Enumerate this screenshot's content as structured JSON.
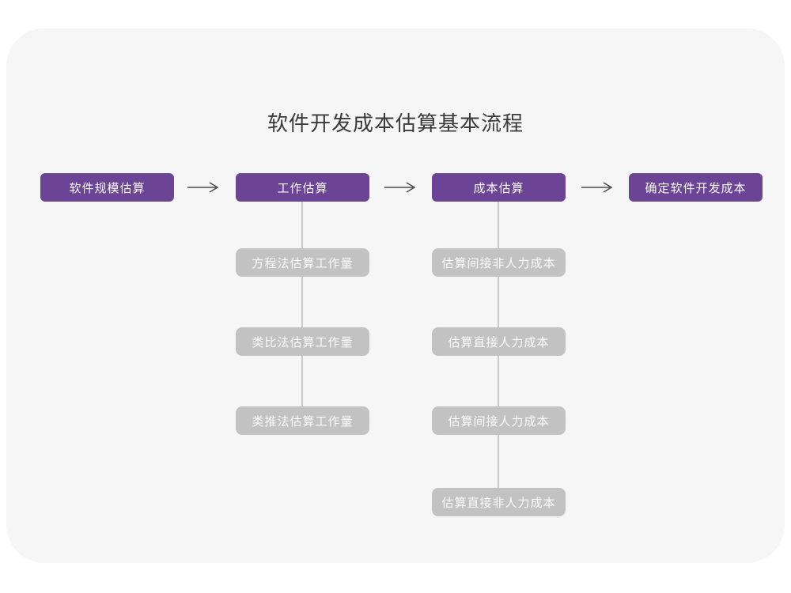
{
  "page": {
    "title": "软件开发成本估算基本流程"
  },
  "colors": {
    "card_bg": "#f6f6f6",
    "purple": "#6b4496",
    "gray_box": "#c2c2c2",
    "box_text": "#fafafa",
    "connector": "#c9c9c9",
    "arrow": "#4a4a4a",
    "title_text": "#3a3a3a"
  },
  "flow": {
    "main_steps": [
      {
        "label": "软件规模估算"
      },
      {
        "label": "工作估算"
      },
      {
        "label": "成本估算"
      },
      {
        "label": "确定软件开发成本"
      }
    ],
    "work_methods": [
      {
        "label": "方程法估算工作量"
      },
      {
        "label": "类比法估算工作量"
      },
      {
        "label": "类推法估算工作量"
      }
    ],
    "cost_items": [
      {
        "label": "估算间接非人力成本"
      },
      {
        "label": "估算直接人力成本"
      },
      {
        "label": "估算间接人力成本"
      },
      {
        "label": "估算直接非人力成本"
      }
    ]
  }
}
